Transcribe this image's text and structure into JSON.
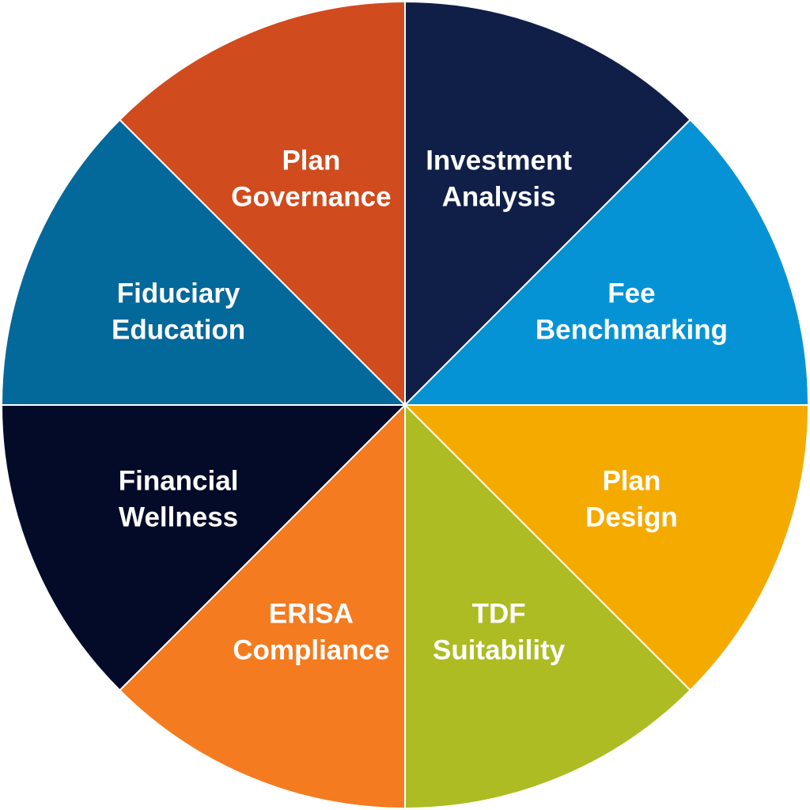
{
  "wheel": {
    "segments": [
      {
        "label_lines": [
          "Investment",
          "Analysis"
        ],
        "color": "#101f48"
      },
      {
        "label_lines": [
          "Fee",
          "Benchmarking"
        ],
        "color": "#0593d6"
      },
      {
        "label_lines": [
          "Plan",
          "Design"
        ],
        "color": "#f5aa00"
      },
      {
        "label_lines": [
          "TDF",
          "Suitability"
        ],
        "color": "#acbc22"
      },
      {
        "label_lines": [
          "ERISA",
          "Compliance"
        ],
        "color": "#f47b20"
      },
      {
        "label_lines": [
          "Financial",
          "Wellness"
        ],
        "color": "#030b29"
      },
      {
        "label_lines": [
          "Fiduciary",
          "Education"
        ],
        "color": "#03689a"
      },
      {
        "label_lines": [
          "Plan",
          "Governance"
        ],
        "color": "#d04b1e"
      }
    ]
  }
}
